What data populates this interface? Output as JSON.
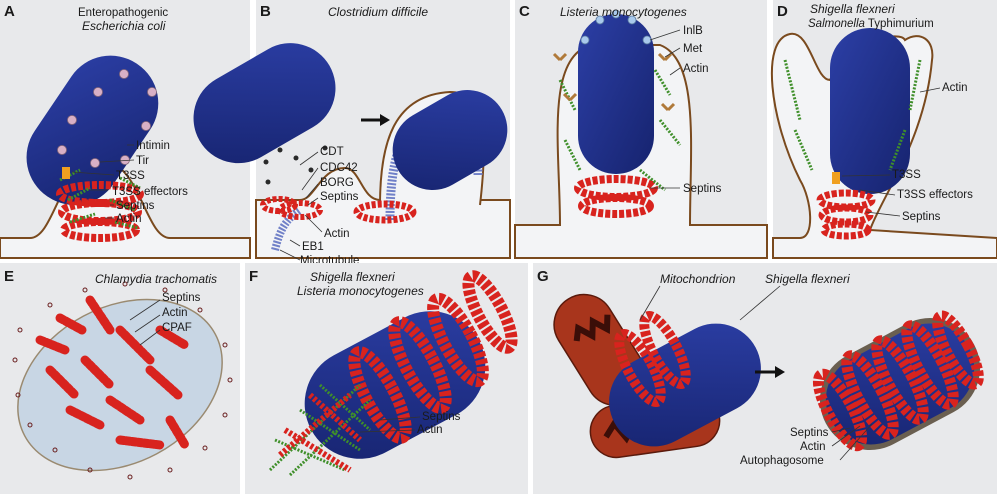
{
  "panels": {
    "A": {
      "letter": "A",
      "organism_line1": "Enteropathogenic",
      "organism_line2": "Escherichia coli",
      "labels": [
        "Intimin",
        "Tir",
        "T3SS",
        "T3SS effectors",
        "Septins",
        "Actin"
      ]
    },
    "B": {
      "letter": "B",
      "organism": "Clostridium difficile",
      "labels": [
        "CDT",
        "CDC42",
        "BORG",
        "Septins",
        "Actin",
        "EB1",
        "Microtubule"
      ]
    },
    "C": {
      "letter": "C",
      "organism": "Listeria monocytogenes",
      "labels": [
        "InlB",
        "Met",
        "Actin",
        "Septins"
      ]
    },
    "D": {
      "letter": "D",
      "organism_line1": "Shigella flexneri",
      "organism_line2_italic": "Salmonella",
      "organism_line2_plain": " Typhimurium",
      "labels": [
        "Actin",
        "T3SS",
        "T3SS effectors",
        "Septins"
      ]
    },
    "E": {
      "letter": "E",
      "organism": "Chlamydia trachomatis",
      "labels": [
        "Septins",
        "Actin",
        "CPAF"
      ]
    },
    "F": {
      "letter": "F",
      "organism_line1": "Shigella flexneri",
      "organism_line2": "Listeria monocytogenes",
      "labels": [
        "Septins",
        "Actin"
      ]
    },
    "G": {
      "letter": "G",
      "organelle": "Mitochondrion",
      "organism": "Shigella flexneri",
      "labels": [
        "Septins",
        "Actin",
        "Autophagosome"
      ]
    }
  },
  "colors": {
    "panel_bg": "#e8e9eb",
    "bacterium": "#1e2f8f",
    "septin": "#d8231e",
    "actin": "#3f8f2a",
    "membrane": "#7a4a1e",
    "mito_outer": "#a8351c",
    "mito_inner": "#3b0e08"
  }
}
